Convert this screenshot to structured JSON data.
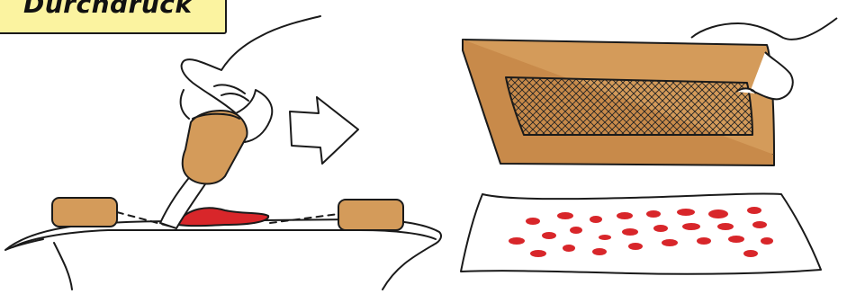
{
  "title": {
    "text": "Durchdruck"
  },
  "illustrations": {
    "left": {
      "icon": "squeegee-stencil-printing-illustration"
    },
    "arrow": {
      "icon": "right-arrow-icon"
    },
    "right_top": {
      "icon": "screen-frame-illustration"
    },
    "right_bottom": {
      "icon": "printed-sheet-illustration"
    }
  },
  "colors": {
    "title_bg": "#fbf3a0",
    "wood": "#d49b5a",
    "ink": "#d8262a",
    "outline": "#1a1a1a"
  }
}
